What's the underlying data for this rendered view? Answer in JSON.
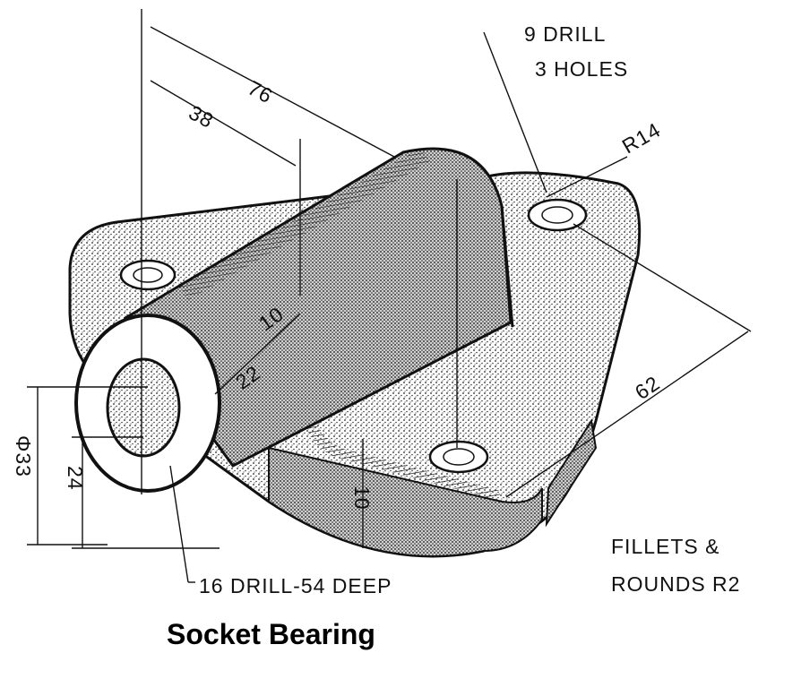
{
  "drawing": {
    "title": "Socket Bearing",
    "dimensions": {
      "overall_length": "76",
      "hub_length": "38",
      "base_depth": "62",
      "hub_diameter": "22",
      "pad_height": "10",
      "base_thickness": "10",
      "bore_center_height": "24",
      "hub_outer_diameter": "Φ33"
    },
    "notes": {
      "drill_line1": "9 DRILL",
      "drill_line2": "3 HOLES",
      "radius": "R14",
      "bore_drill": "16 DRILL-54 DEEP",
      "fillets_line1": "FILLETS &",
      "fillets_line2": "ROUNDS R2"
    },
    "colors": {
      "ink": "#111111",
      "stipple": "#2a2a2a",
      "paper": "#ffffff"
    }
  }
}
